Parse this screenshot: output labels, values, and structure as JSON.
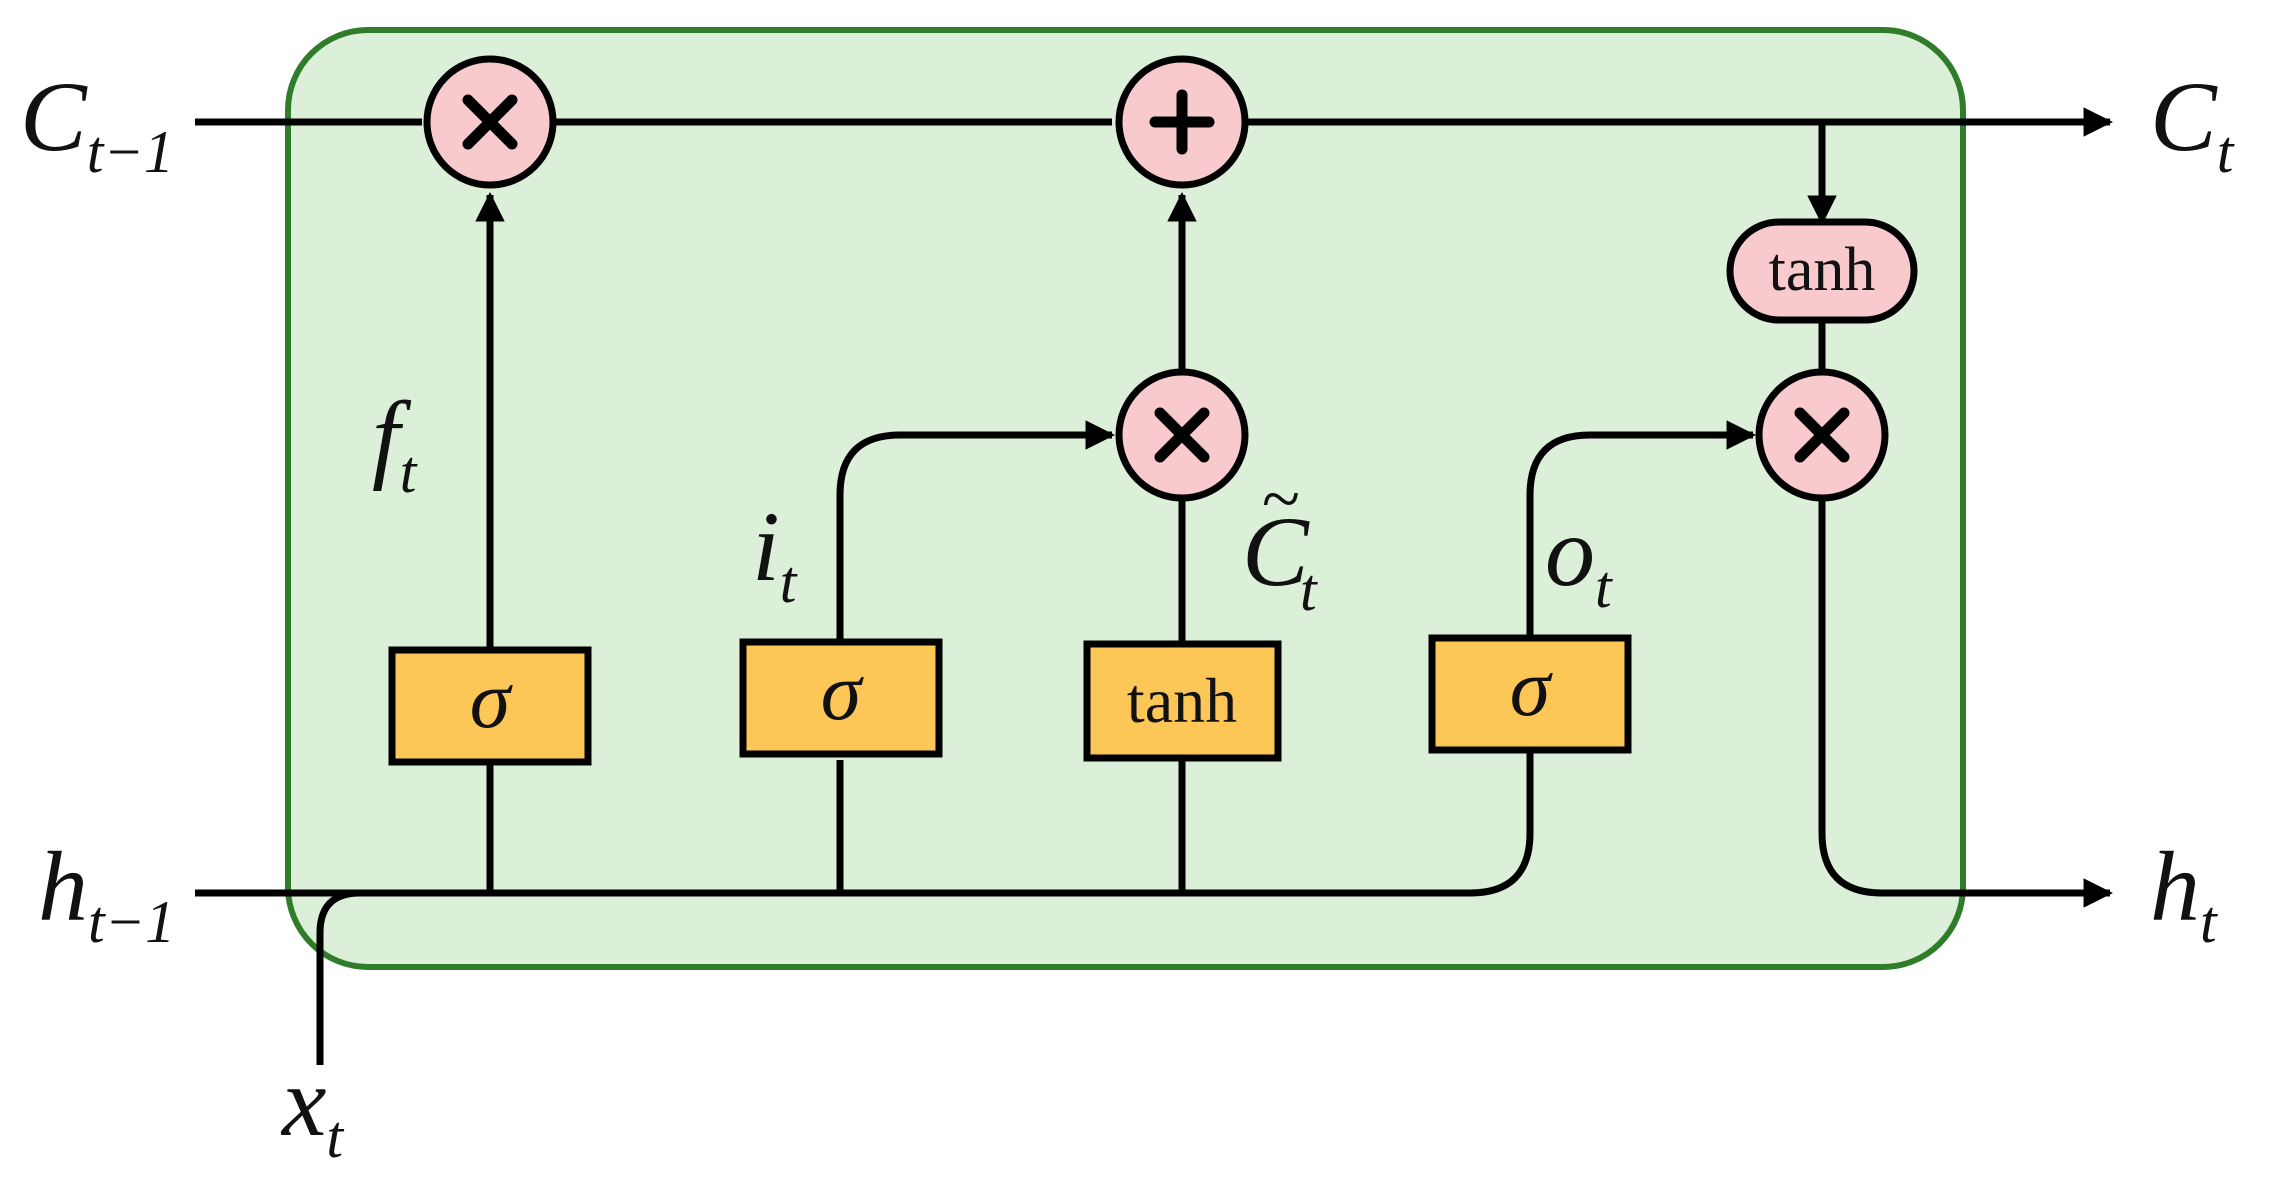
{
  "colors": {
    "cell_fill": "#dcefd8",
    "cell_border": "#2f7d2a",
    "gate_fill": "#fdc757",
    "op_fill": "#f8cacd",
    "line": "#000000"
  },
  "labels": {
    "c_prev": {
      "main": "C",
      "sub": "t−1"
    },
    "c_next": {
      "main": "C",
      "sub": "t"
    },
    "h_prev": {
      "main": "h",
      "sub": "t−1"
    },
    "h_next": {
      "main": "h",
      "sub": "t"
    },
    "x_in": {
      "main": "x",
      "sub": "t"
    },
    "f_gate": {
      "main": "f",
      "sub": "t"
    },
    "i_gate": {
      "main": "i",
      "sub": "t"
    },
    "c_tilde": {
      "main": "C",
      "tilde": "~",
      "sub": "t"
    },
    "o_gate": {
      "main": "o",
      "sub": "t"
    }
  },
  "gates": {
    "forget": "σ",
    "input": "σ",
    "candidate": "tanh",
    "output": "σ",
    "cell_tanh": "tanh"
  },
  "operators": {
    "multiply_icon": "multiply-icon",
    "add_icon": "plus-icon"
  }
}
